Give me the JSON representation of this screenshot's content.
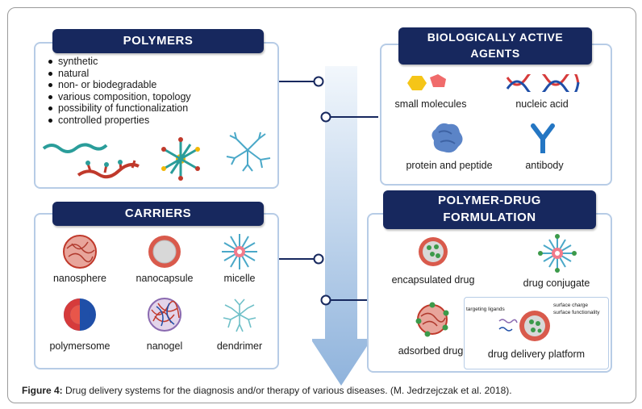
{
  "polymers": {
    "title": "POLYMERS",
    "bullets": [
      "synthetic",
      "natural",
      "non- or biodegradable",
      "various composition, topology",
      "possibility of functionalization",
      "controlled properties"
    ]
  },
  "bio_agents": {
    "title_line1": "BIOLOGICALLY ACTIVE",
    "title_line2": "AGENTS",
    "items": [
      "small molecules",
      "nucleic acid",
      "protein and peptide",
      "antibody"
    ]
  },
  "carriers": {
    "title": "CARRIERS",
    "items": [
      "nanosphere",
      "nanocapsule",
      "micelle",
      "polymersome",
      "nanogel",
      "dendrimer"
    ]
  },
  "formulation": {
    "title_line1": "POLYMER-DRUG",
    "title_line2": "FORMULATION",
    "items": [
      "encapsulated drug",
      "drug conjugate",
      "adsorbed drug",
      "drug delivery platform"
    ],
    "platform_notes": [
      "targeting ligands",
      "surface charge",
      "surface functionality"
    ]
  },
  "caption": {
    "label": "Figure 4:",
    "text": " Drug delivery systems for the diagnosis and/or therapy of various diseases. (M. Jedrzejczak et al. 2018)."
  },
  "colors": {
    "banner": "#17285e",
    "panel_border": "#b7cce6",
    "arrow_top": "#eef4fb",
    "arrow_bottom": "#8fb3dc",
    "connector": "#17285e"
  }
}
